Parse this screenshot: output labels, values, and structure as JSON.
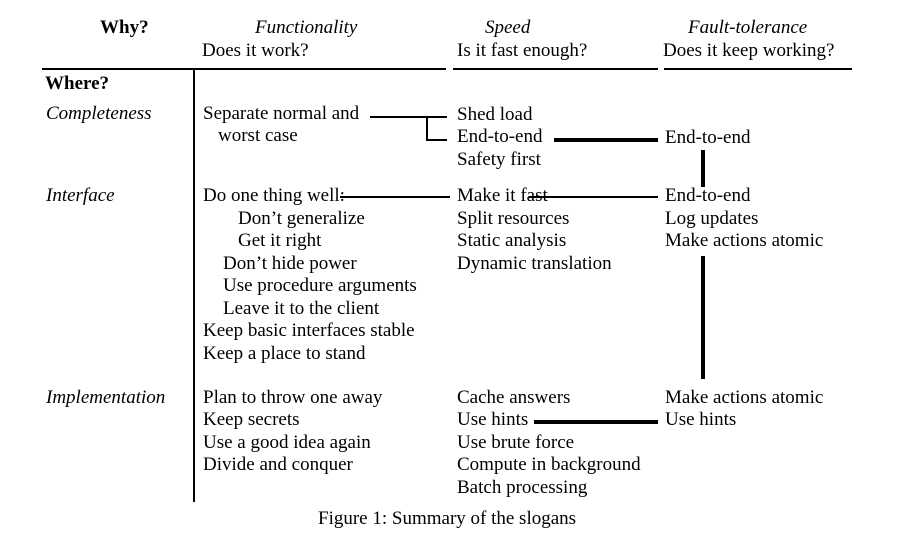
{
  "caption": "Figure 1: Summary of the slogans",
  "header": {
    "why": "Why?",
    "where": "Where?",
    "columns": [
      {
        "name": "Functionality",
        "question": "Does it work?"
      },
      {
        "name": "Speed",
        "question": "Is it fast enough?"
      },
      {
        "name": "Fault-tolerance",
        "question": "Does it keep working?"
      }
    ]
  },
  "rows": [
    {
      "label": "Completeness",
      "functionality": [
        "Separate normal and",
        "worst case"
      ],
      "speed": [
        "Shed load",
        "End-to-end",
        "Safety first"
      ],
      "fault_tolerance": [
        "End-to-end"
      ]
    },
    {
      "label": "Interface",
      "functionality": [
        "Do one thing well:",
        "Don’t generalize",
        "Get it right",
        "Don’t hide power",
        "Use procedure arguments",
        "Leave it to the client",
        "Keep basic interfaces stable",
        "Keep a place to stand"
      ],
      "speed": [
        "Make it fast",
        "Split resources",
        "Static analysis",
        "Dynamic translation"
      ],
      "fault_tolerance": [
        "End-to-end",
        "Log updates",
        "Make actions atomic"
      ]
    },
    {
      "label": "Implementation",
      "functionality": [
        "Plan to throw one away",
        "Keep secrets",
        "Use a good idea again",
        "Divide and conquer"
      ],
      "speed": [
        "Cache answers",
        "Use hints",
        "Use brute force",
        "Compute in background",
        "Batch processing"
      ],
      "fault_tolerance": [
        "Make actions atomic",
        "Use hints"
      ]
    }
  ],
  "connections": [
    {
      "from": "Separate normal and worst case",
      "to": "Shed load",
      "weight": "thin"
    },
    {
      "from": "Separate normal and worst case",
      "to": "End-to-end (Speed, Completeness)",
      "weight": "thin"
    },
    {
      "from": "End-to-end (Speed, Completeness)",
      "to": "End-to-end (Fault-tolerance, Completeness)",
      "weight": "thick"
    },
    {
      "from": "End-to-end (Fault-tolerance, Completeness)",
      "to": "End-to-end (Fault-tolerance, Interface)",
      "weight": "thick"
    },
    {
      "from": "Do one thing well:",
      "to": "Make it fast",
      "weight": "thin"
    },
    {
      "from": "Make it fast",
      "to": "End-to-end (Fault-tolerance, Interface)",
      "weight": "thin"
    },
    {
      "from": "Make actions atomic (Fault-tolerance, Interface)",
      "to": "Make actions atomic (Fault-tolerance, Implementation)",
      "weight": "thick"
    },
    {
      "from": "Use hints (Speed, Implementation)",
      "to": "Use hints (Fault-tolerance, Implementation)",
      "weight": "thick"
    }
  ],
  "colors": {
    "text": "#000000",
    "background": "#ffffff",
    "line": "#000000"
  }
}
